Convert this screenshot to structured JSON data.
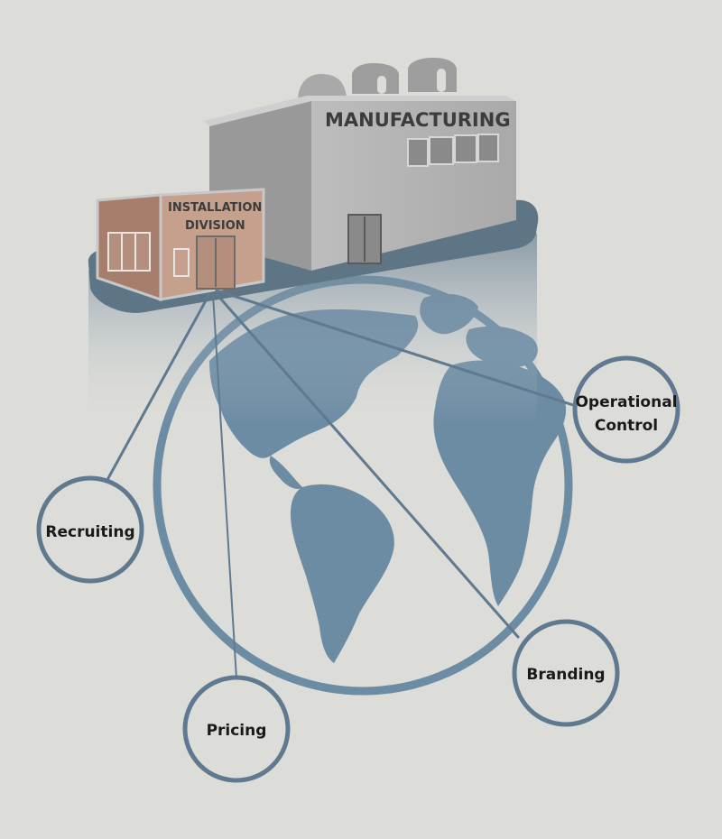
{
  "buildings": {
    "manufacturing": {
      "label": "MANUFACTURING"
    },
    "installation": {
      "line1": "INSTALLATION",
      "line2": "DIVISION"
    }
  },
  "nodes": [
    {
      "id": "operational-control",
      "lines": [
        "Operational",
        "Control"
      ]
    },
    {
      "id": "recruiting",
      "lines": [
        "Recruiting"
      ]
    },
    {
      "id": "pricing",
      "lines": [
        "Pricing"
      ]
    },
    {
      "id": "branding",
      "lines": [
        "Branding"
      ]
    }
  ],
  "colors": {
    "background": "#dcdcd8",
    "globe": "#6c8ca4",
    "node_ring": "#5f7a90",
    "installation_wall": "#b48f7d",
    "manufacturing_wall": "#b9b9b9",
    "platform": "#5e7585"
  }
}
